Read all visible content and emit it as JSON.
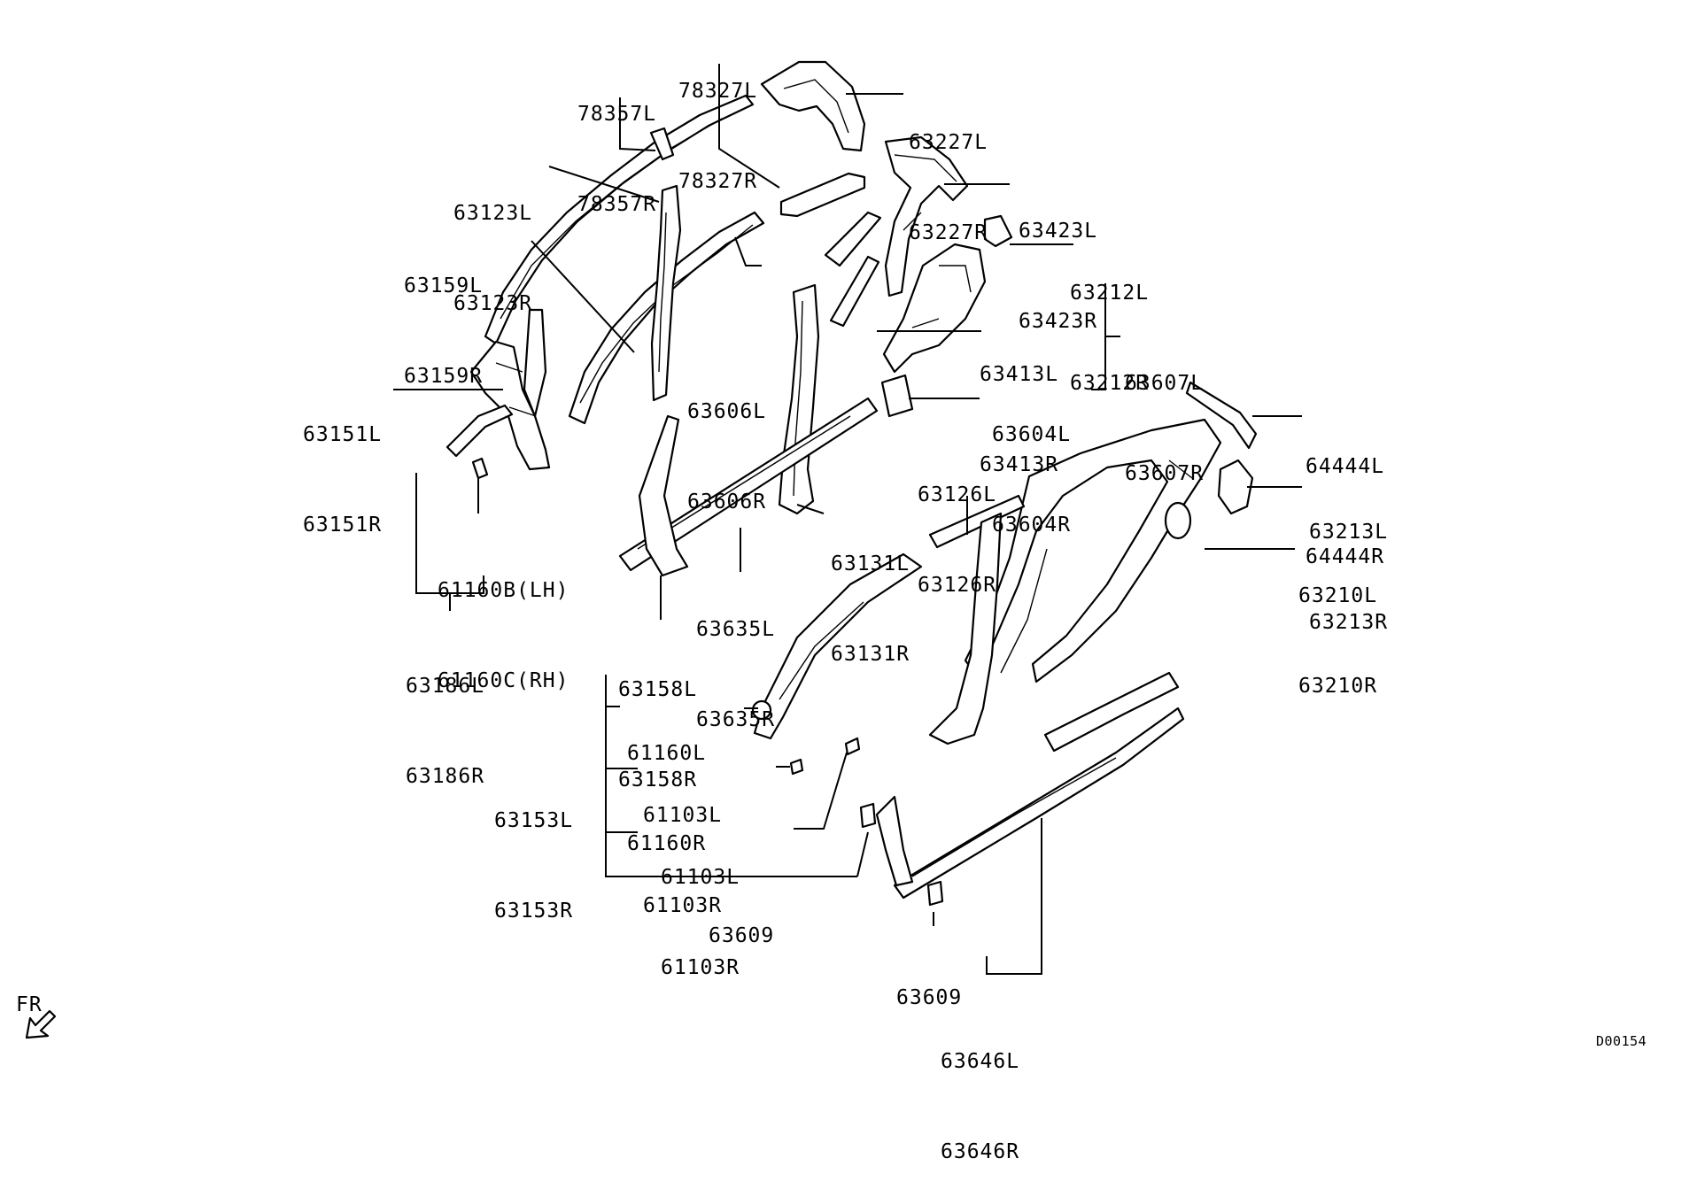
{
  "labels": {
    "p78327": [
      "78327L",
      "78327R"
    ],
    "p78357": [
      "78357L",
      "78357R"
    ],
    "p63227": [
      "63227L",
      "63227R"
    ],
    "p63123": [
      "63123L",
      "63123R"
    ],
    "p63423": [
      "63423L",
      "63423R"
    ],
    "p63159": [
      "63159L",
      "63159R"
    ],
    "p63212": [
      "63212L",
      "63212R"
    ],
    "p63413": [
      "63413L",
      "63413R"
    ],
    "p63607": [
      "63607L",
      "63607R"
    ],
    "p63606": [
      "63606L",
      "63606R"
    ],
    "p63604": [
      "63604L",
      "63604R"
    ],
    "p63151": [
      "63151L",
      "63151R"
    ],
    "p64444": [
      "64444L",
      "64444R"
    ],
    "p63126": [
      "63126L",
      "63126R"
    ],
    "p63213": [
      "63213L",
      "63213R"
    ],
    "p63131": [
      "63131L",
      "63131R"
    ],
    "p61160b": [
      "61160B(LH)",
      "61160C(RH)"
    ],
    "p63210": [
      "63210L",
      "63210R"
    ],
    "p63635": [
      "63635L",
      "63635R"
    ],
    "p63186": [
      "63186L",
      "63186R"
    ],
    "p63158": [
      "63158L",
      "63158R"
    ],
    "p61160": [
      "61160L",
      "61160R"
    ],
    "p63153": [
      "63153L",
      "63153R"
    ],
    "p61103a": [
      "61103L",
      "61103R"
    ],
    "p61103b": [
      "61103L",
      "61103R"
    ],
    "p63609a": [
      "63609"
    ],
    "p63609b": [
      "63609"
    ],
    "p63646": [
      "63646L",
      "63646R"
    ]
  },
  "front_indicator": "FR",
  "diagram_code": "D00154"
}
